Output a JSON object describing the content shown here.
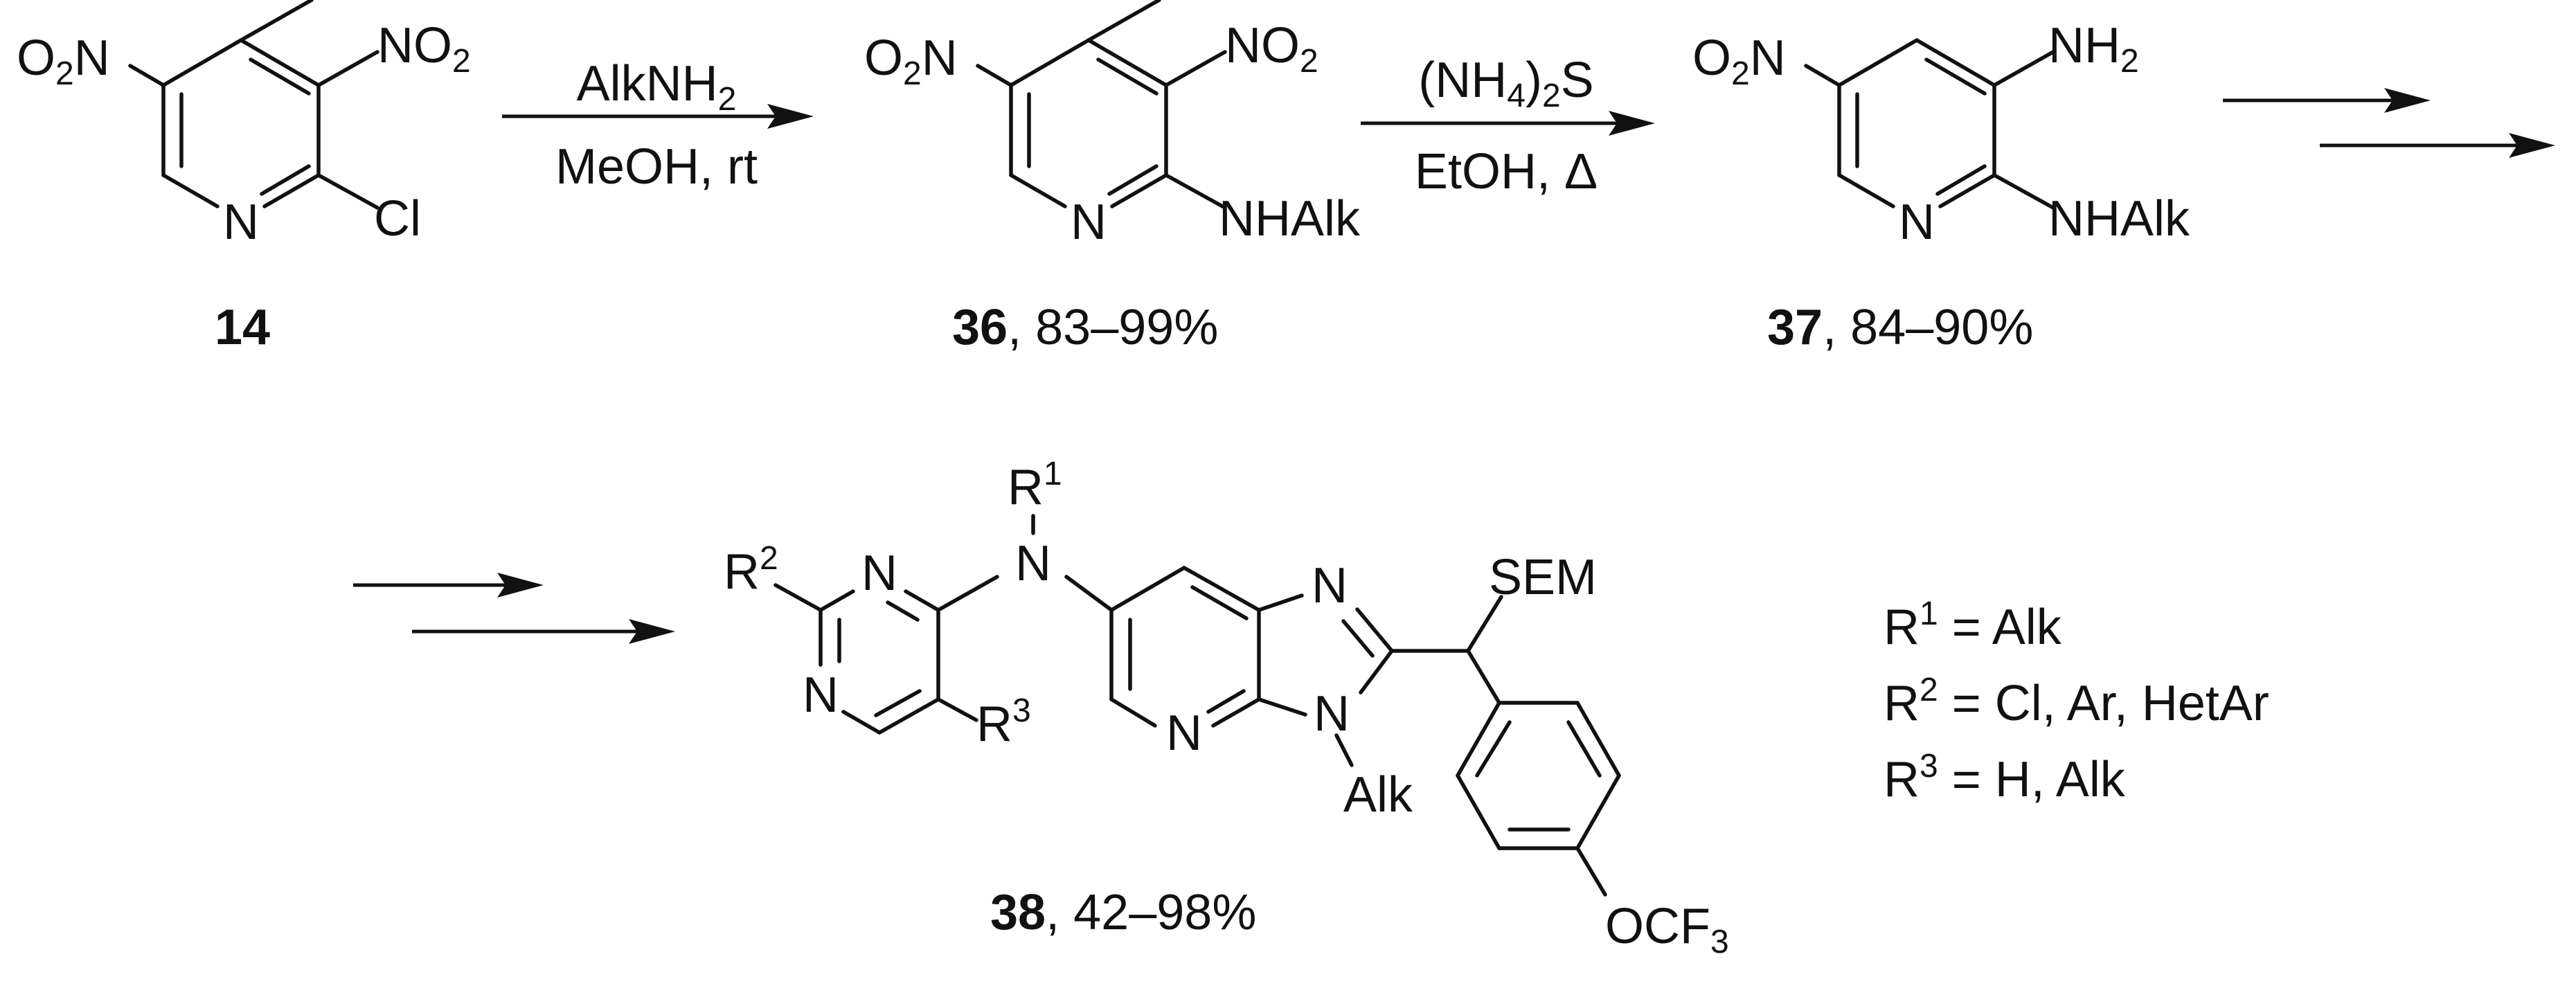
{
  "colors": {
    "ink": "#111111",
    "background": "#ffffff"
  },
  "compounds": {
    "c14": {
      "label": "14",
      "no2_left": {
        "pre": "O",
        "sub": "2",
        "post": "N"
      },
      "no2_right": {
        "pre": "NO",
        "sub": "2"
      },
      "ring_n": "N",
      "cl": "Cl"
    },
    "c36": {
      "label": "36",
      "yield": ", 83–99%",
      "no2_left": {
        "pre": "O",
        "sub": "2",
        "post": "N"
      },
      "no2_right": {
        "pre": "NO",
        "sub": "2"
      },
      "ring_n": "N",
      "nh_alk": "NHAlk"
    },
    "c37": {
      "label": "37",
      "yield": ", 84–90%",
      "no2_left": {
        "pre": "O",
        "sub": "2",
        "post": "N"
      },
      "nh2": {
        "pre": "NH",
        "sub": "2"
      },
      "ring_n": "N",
      "nh_alk": "NHAlk"
    },
    "c38": {
      "label": "38",
      "yield": ", 42–98%",
      "r1": {
        "pre": "R",
        "sup": "1"
      },
      "r2": {
        "pre": "R",
        "sup": "2"
      },
      "r3": {
        "pre": "R",
        "sup": "3"
      },
      "n_amine": "N",
      "pym_n1": "N",
      "pym_n3": "N",
      "imid_n1": "N",
      "imid_n3": "N",
      "pyr_n": "N",
      "alk": "Alk",
      "sem": "SEM",
      "ocf3": {
        "pre": "OCF",
        "sub": "3"
      }
    }
  },
  "steps": {
    "step1": {
      "above": {
        "pre": "AlkNH",
        "sub": "2"
      },
      "below": "MeOH, rt"
    },
    "step2": {
      "above": {
        "p1": "(NH",
        "s1": "4",
        "p2": ")",
        "s2": "2",
        "p3": "S"
      },
      "below": "EtOH, Δ"
    }
  },
  "definitions": [
    {
      "r": "R",
      "sup": "1",
      "text": " = Alk"
    },
    {
      "r": "R",
      "sup": "2",
      "text": " = Cl, Ar, HetAr"
    },
    {
      "r": "R",
      "sup": "3",
      "text": " = H, Alk"
    }
  ]
}
